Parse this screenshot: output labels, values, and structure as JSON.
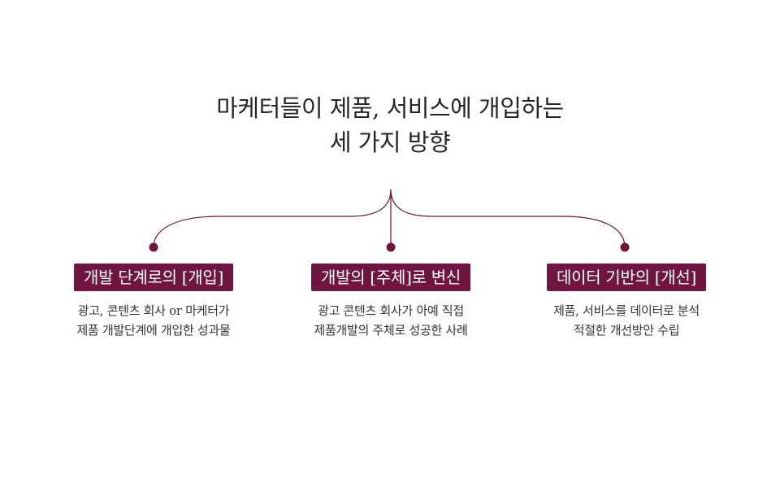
{
  "title": {
    "line1": "마케터들이 제품, 서비스에 개입하는",
    "line2": "세 가지 방향"
  },
  "colors": {
    "accent": "#6f1541",
    "text": "#2a2a2a"
  },
  "items": [
    {
      "label": "개발 단계로의 [개입]",
      "desc_line1": "광고, 콘텐츠 회사 or 마케터가",
      "desc_line2": "제품 개발단계에 개입한 성과물"
    },
    {
      "label": "개발의 [주체]로 변신",
      "desc_line1": "광고 콘텐츠 회사가 아예 직접",
      "desc_line2": "제품개발의 주체로 성공한 사례"
    },
    {
      "label": "데이터 기반의 [개선]",
      "desc_line1": "제품, 서비스를 데이터로 분석",
      "desc_line2": "적절한 개선방안 수립"
    }
  ]
}
